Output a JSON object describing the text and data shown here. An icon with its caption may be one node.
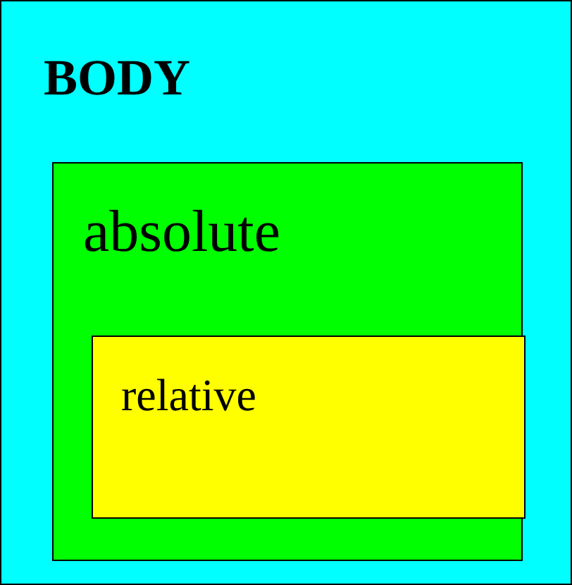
{
  "diagram": {
    "nodes": [
      {
        "text": [
          "BODY"
        ]
      },
      {
        "text": [
          "absolute"
        ],
        "in": 0
      },
      {
        "text": [
          "relative"
        ],
        "in": 1
      }
    ]
  }
}
